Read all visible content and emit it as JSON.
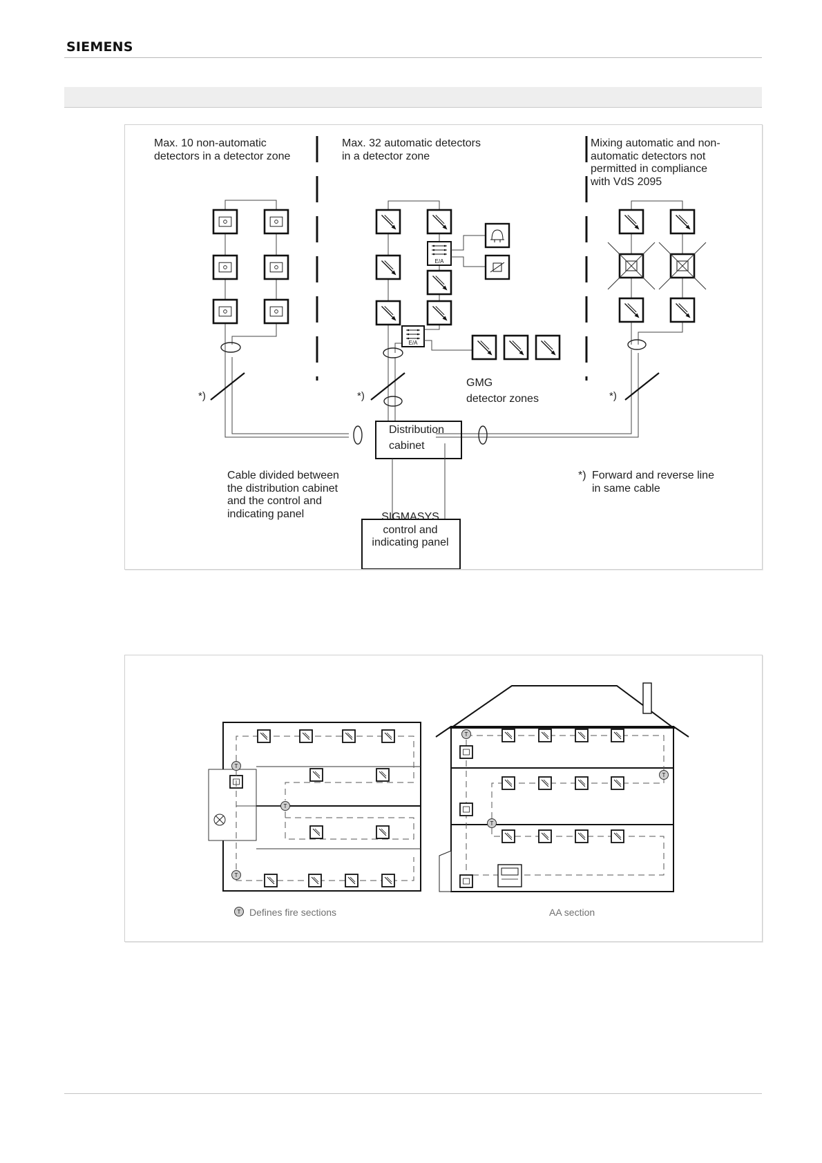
{
  "header": {
    "brand": "SIEMENS"
  },
  "figure1": {
    "col_left": "Max. 10 non-automatic\ndetectors in a detector zone",
    "col_mid": "Max. 32 automatic detectors\nin a detector zone",
    "col_right": "Mixing automatic and non-\nautomatic detectors not\npermitted in compliance\nwith VdS 2095",
    "io_module_label": "E/A",
    "gmg_label": "GMG\ndetector zones",
    "cable_note_mark": "*)",
    "distribution_cabinet": "Distribution\ncabinet",
    "cable_divided": "Cable divided between\nthe distribution cabinet\nand the control and\nindicating panel",
    "forward_reverse_mark": "*)",
    "forward_reverse": "Forward and reverse line\nin same cable",
    "panel_label": "SIGMASYS\ncontrol and\nindicating panel"
  },
  "figure2": {
    "fire_section_symbol": "T",
    "legend_fire_sections": "Defines fire sections",
    "legend_aa_section": "AA section"
  }
}
